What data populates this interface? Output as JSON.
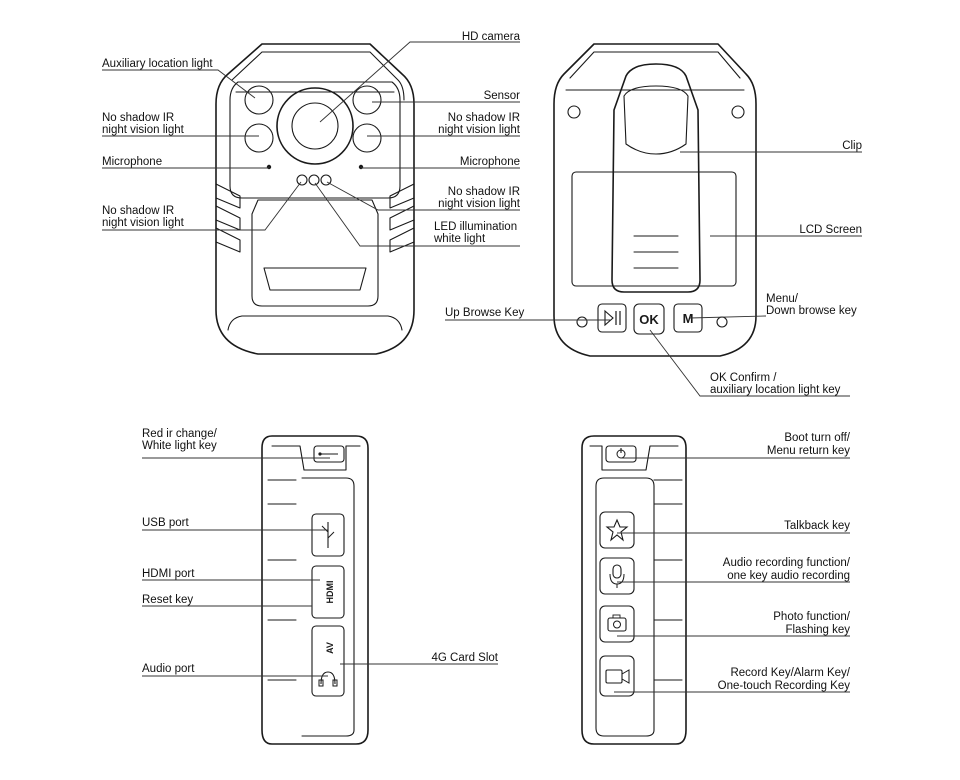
{
  "labels": {
    "front": {
      "hd_camera": "HD camera",
      "aux_light": "Auxiliary location light",
      "sensor": "Sensor",
      "ir_left_1": [
        "No shadow IR",
        "night vision light"
      ],
      "ir_right_1": [
        "No shadow IR",
        "night vision light"
      ],
      "mic_left": "Microphone",
      "mic_right": "Microphone",
      "ir_right_2": [
        "No shadow IR",
        "night vision light"
      ],
      "ir_left_2": [
        "No shadow IR",
        "night vision light"
      ],
      "led": [
        "LED illumination",
        "white light"
      ]
    },
    "back": {
      "clip": "Clip",
      "lcd": "LCD Screen",
      "menu": [
        "Menu/",
        "Down browse key"
      ],
      "up": "Up Browse Key",
      "ok": [
        "OK Confirm /",
        "auxiliary location light key"
      ]
    },
    "left_side": {
      "red_ir": [
        "Red ir change/",
        "White light key"
      ],
      "usb": "USB port",
      "hdmi": "HDMI port",
      "reset": "Reset key",
      "audio": "Audio port",
      "card": "4G Card Slot"
    },
    "right_side": {
      "boot": [
        "Boot turn off/",
        "Menu return key"
      ],
      "talkback": "Talkback key",
      "audio_rec": [
        "Audio recording function/",
        "one key audio recording"
      ],
      "photo": [
        "Photo function/",
        "Flashing key"
      ],
      "record": [
        "Record Key/Alarm Key/",
        "One-touch Recording Key"
      ]
    }
  },
  "buttons": {
    "ok": "OK",
    "menu": "M",
    "hdmi": "HDMI",
    "av": "AV"
  },
  "icons": [
    "play-pause-icon",
    "usb-icon",
    "headphone-icon",
    "star-icon",
    "microphone-icon",
    "camera-icon",
    "video-camera-icon",
    "power-icon"
  ]
}
